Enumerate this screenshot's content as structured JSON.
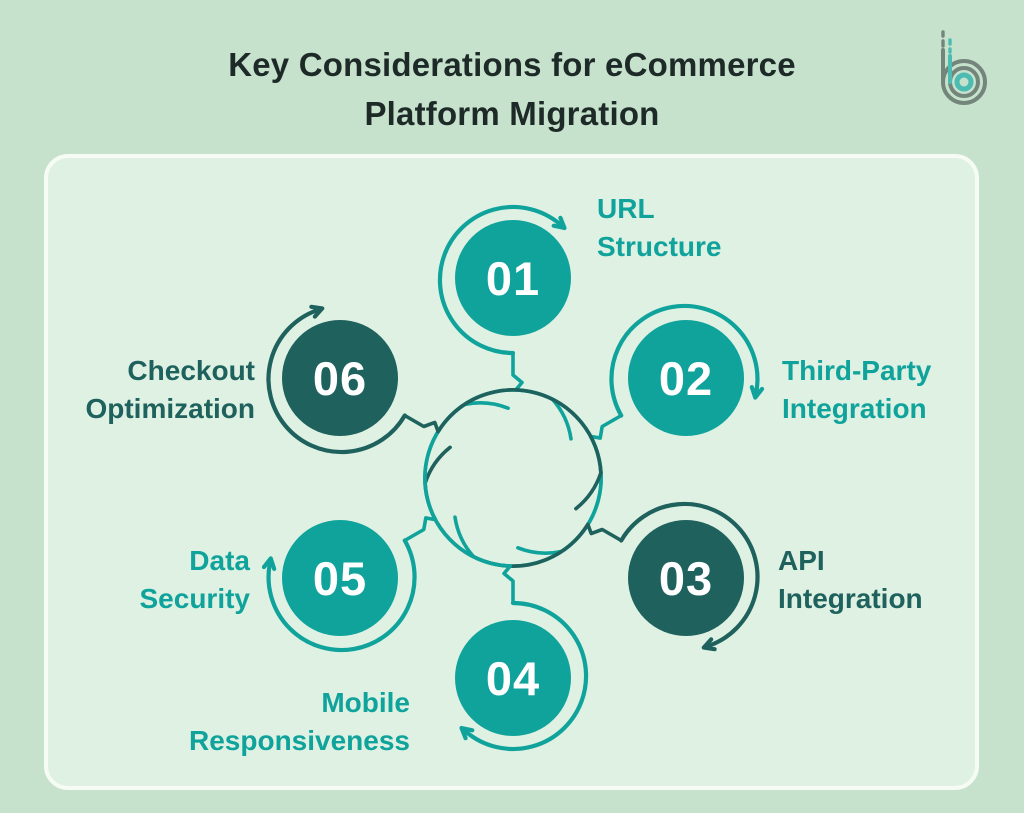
{
  "title": {
    "line1": "Key Considerations for eCommerce",
    "line2": "Platform Migration"
  },
  "logo": {
    "name": "brand-b-logo"
  },
  "colors": {
    "background": "#c6e1cc",
    "panel": "#def1e3",
    "panel_border": "#f6fbf4",
    "teal": "#0fa39c",
    "dark_teal": "#1e615d",
    "title_text": "#1e2a28",
    "number_text": "#ffffff"
  },
  "items": [
    {
      "number": "01",
      "label": "URL Structure",
      "label_lines": [
        "URL",
        "Structure"
      ],
      "theme": "teal"
    },
    {
      "number": "02",
      "label": "Third-Party Integration",
      "label_lines": [
        "Third-Party",
        "Integration"
      ],
      "theme": "teal"
    },
    {
      "number": "03",
      "label": "API Integration",
      "label_lines": [
        "API",
        "Integration"
      ],
      "theme": "dark"
    },
    {
      "number": "04",
      "label": "Mobile Responsiveness",
      "label_lines": [
        "Mobile",
        "Responsiveness"
      ],
      "theme": "teal"
    },
    {
      "number": "05",
      "label": "Data Security",
      "label_lines": [
        "Data",
        "Security"
      ],
      "theme": "teal"
    },
    {
      "number": "06",
      "label": "Checkout Optimization",
      "label_lines": [
        "Checkout",
        "Optimization"
      ],
      "theme": "dark"
    }
  ]
}
